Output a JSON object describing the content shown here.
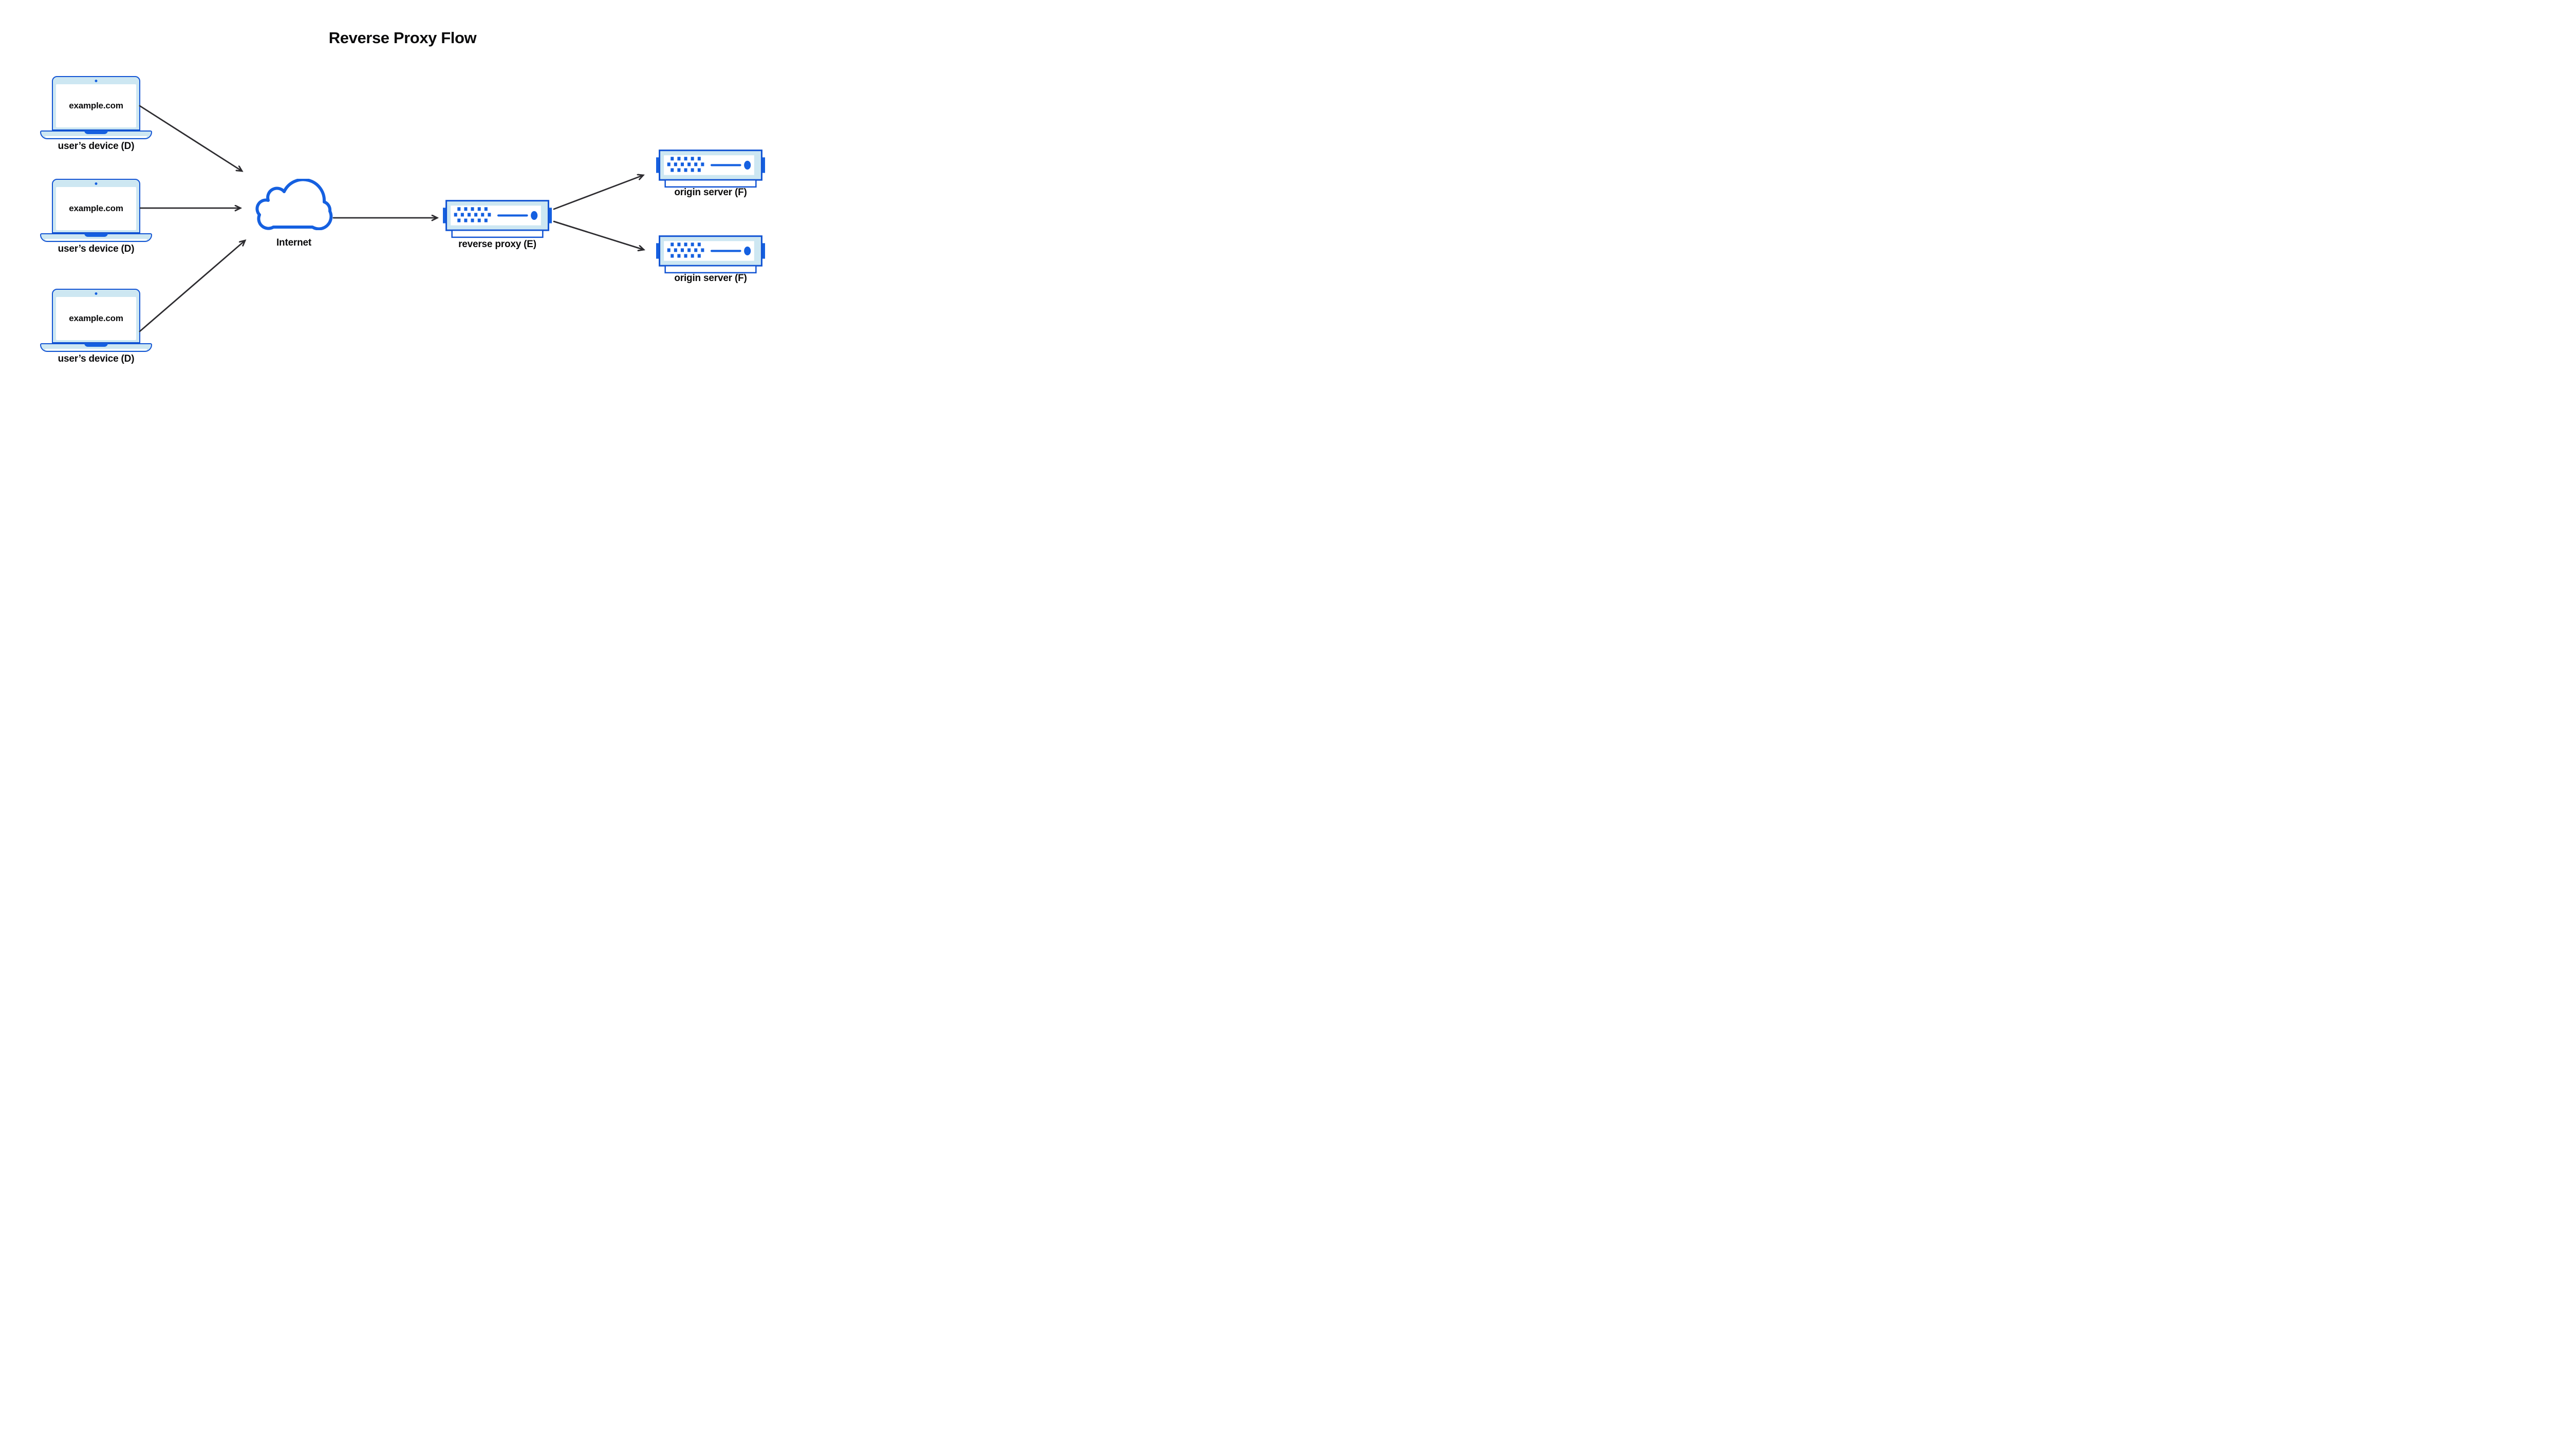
{
  "title": "Reverse Proxy Flow",
  "devices": [
    {
      "icon": "laptop-icon",
      "screen_text": "example.com",
      "label": "user’s device (D)"
    },
    {
      "icon": "laptop-icon",
      "screen_text": "example.com",
      "label": "user’s device (D)"
    },
    {
      "icon": "laptop-icon",
      "screen_text": "example.com",
      "label": "user’s device (D)"
    }
  ],
  "internet": {
    "icon": "cloud-icon",
    "label": "Internet"
  },
  "reverse_proxy": {
    "icon": "server-icon",
    "label": "reverse proxy (E)"
  },
  "origin_servers": [
    {
      "icon": "server-icon",
      "label": "origin server (F)"
    },
    {
      "icon": "server-icon",
      "label": "origin server (F)"
    }
  ],
  "flows": [
    {
      "from": "user-device-1",
      "to": "internet"
    },
    {
      "from": "user-device-2",
      "to": "internet"
    },
    {
      "from": "user-device-3",
      "to": "internet"
    },
    {
      "from": "internet",
      "to": "reverse-proxy"
    },
    {
      "from": "reverse-proxy",
      "to": "origin-server-1"
    },
    {
      "from": "reverse-proxy",
      "to": "origin-server-2"
    }
  ],
  "colors": {
    "accent": "#1254d3",
    "accent_fill": "#1560e0",
    "light_blue": "#cde7f2",
    "arrow": "#2d2c30",
    "text": "#0a0a0b",
    "bg": "#ffffff"
  }
}
